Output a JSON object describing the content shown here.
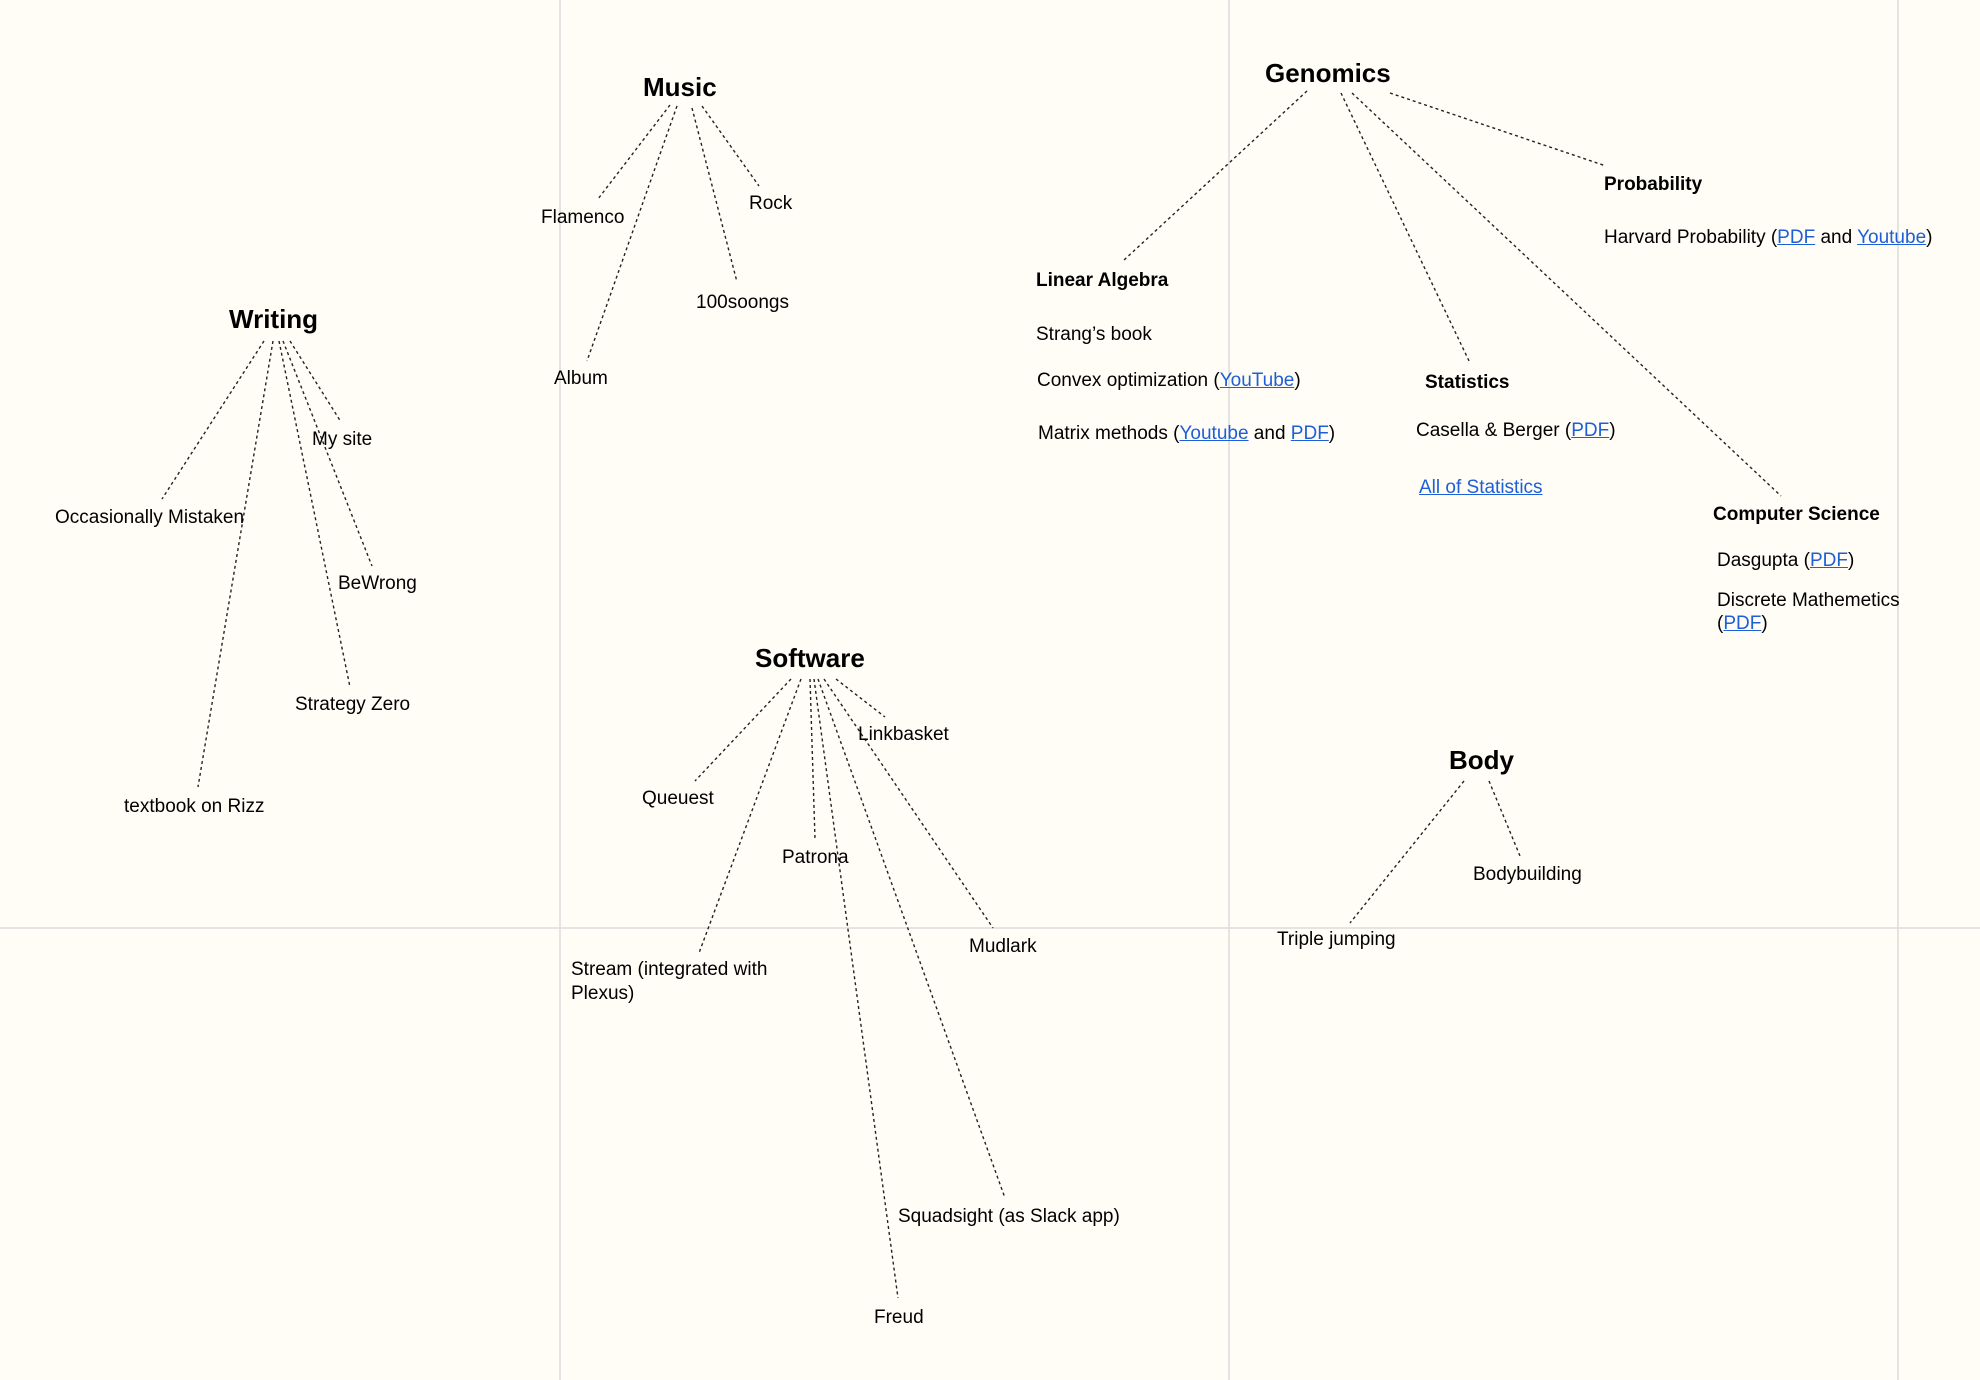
{
  "hubs": {
    "music": "Music",
    "writing": "Writing",
    "software": "Software",
    "genomics": "Genomics",
    "body": "Body"
  },
  "music": {
    "flamenco": "Flamenco",
    "rock": "Rock",
    "soongs": "100soongs",
    "album": "Album"
  },
  "writing": {
    "my_site": "My site",
    "occasionally_mistaken": "Occasionally Mistaken",
    "bewrong": "BeWrong",
    "strategy_zero": "Strategy Zero",
    "textbook_rizz": "textbook on Rizz"
  },
  "software": {
    "linkbasket": "Linkbasket",
    "queuest": "Queuest",
    "patrona": "Patrona",
    "stream": "Stream (integrated with Plexus)",
    "mudlark": "Mudlark",
    "squadsight": "Squadsight (as Slack app)",
    "freud": "Freud"
  },
  "body": {
    "bodybuilding": "Bodybuilding",
    "triple_jumping": "Triple jumping"
  },
  "genomics": {
    "linear_algebra": {
      "title": "Linear Algebra",
      "strang": "Strang’s book",
      "convex_pre": "Convex optimization (",
      "convex_link": "YouTube",
      "convex_post": ")",
      "matrix_pre": "Matrix methods (",
      "matrix_link1": "Youtube",
      "matrix_mid": " and ",
      "matrix_link2": "PDF",
      "matrix_post": ")"
    },
    "probability": {
      "title": "Probability",
      "harvard_pre": "Harvard Probability (",
      "harvard_link1": "PDF",
      "harvard_mid": " and ",
      "harvard_link2": "Youtube",
      "harvard_post": ")"
    },
    "statistics": {
      "title": "Statistics",
      "casella_pre": "Casella & Berger (",
      "casella_link": "PDF",
      "casella_post": ")",
      "all_of_stats": "All of Statistics"
    },
    "computer_science": {
      "title": "Computer Science",
      "dasgupta_pre": "Dasgupta (",
      "dasgupta_link": "PDF",
      "dasgupta_post": ")",
      "discrete_pre": "Discrete Mathemetics (",
      "discrete_link": "PDF",
      "discrete_post": ")"
    }
  }
}
